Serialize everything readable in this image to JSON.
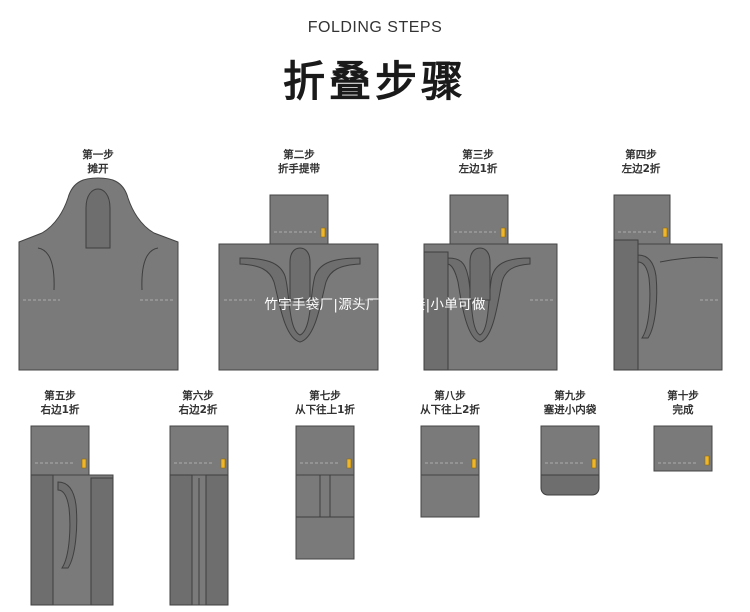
{
  "header": {
    "subtitle": "FOLDING STEPS",
    "title": "折叠步骤"
  },
  "steps": [
    {
      "num": "第一步",
      "desc": "摊开"
    },
    {
      "num": "第二步",
      "desc": "折手提带"
    },
    {
      "num": "第三步",
      "desc": "左边1折"
    },
    {
      "num": "第四步",
      "desc": "左边2折"
    },
    {
      "num": "第五步",
      "desc": "右边1折"
    },
    {
      "num": "第六步",
      "desc": "右边2折"
    },
    {
      "num": "第七步",
      "desc": "从下往上1折"
    },
    {
      "num": "第八步",
      "desc": "从下往上2折"
    },
    {
      "num": "第九步",
      "desc": "塞进小内袋"
    },
    {
      "num": "第十步",
      "desc": "完成"
    }
  ],
  "watermark": "竹宇手袋厂|源头厂家  可接|小单可做",
  "colors": {
    "bag": "#7a7a7a",
    "tag": "#f0b62a"
  }
}
